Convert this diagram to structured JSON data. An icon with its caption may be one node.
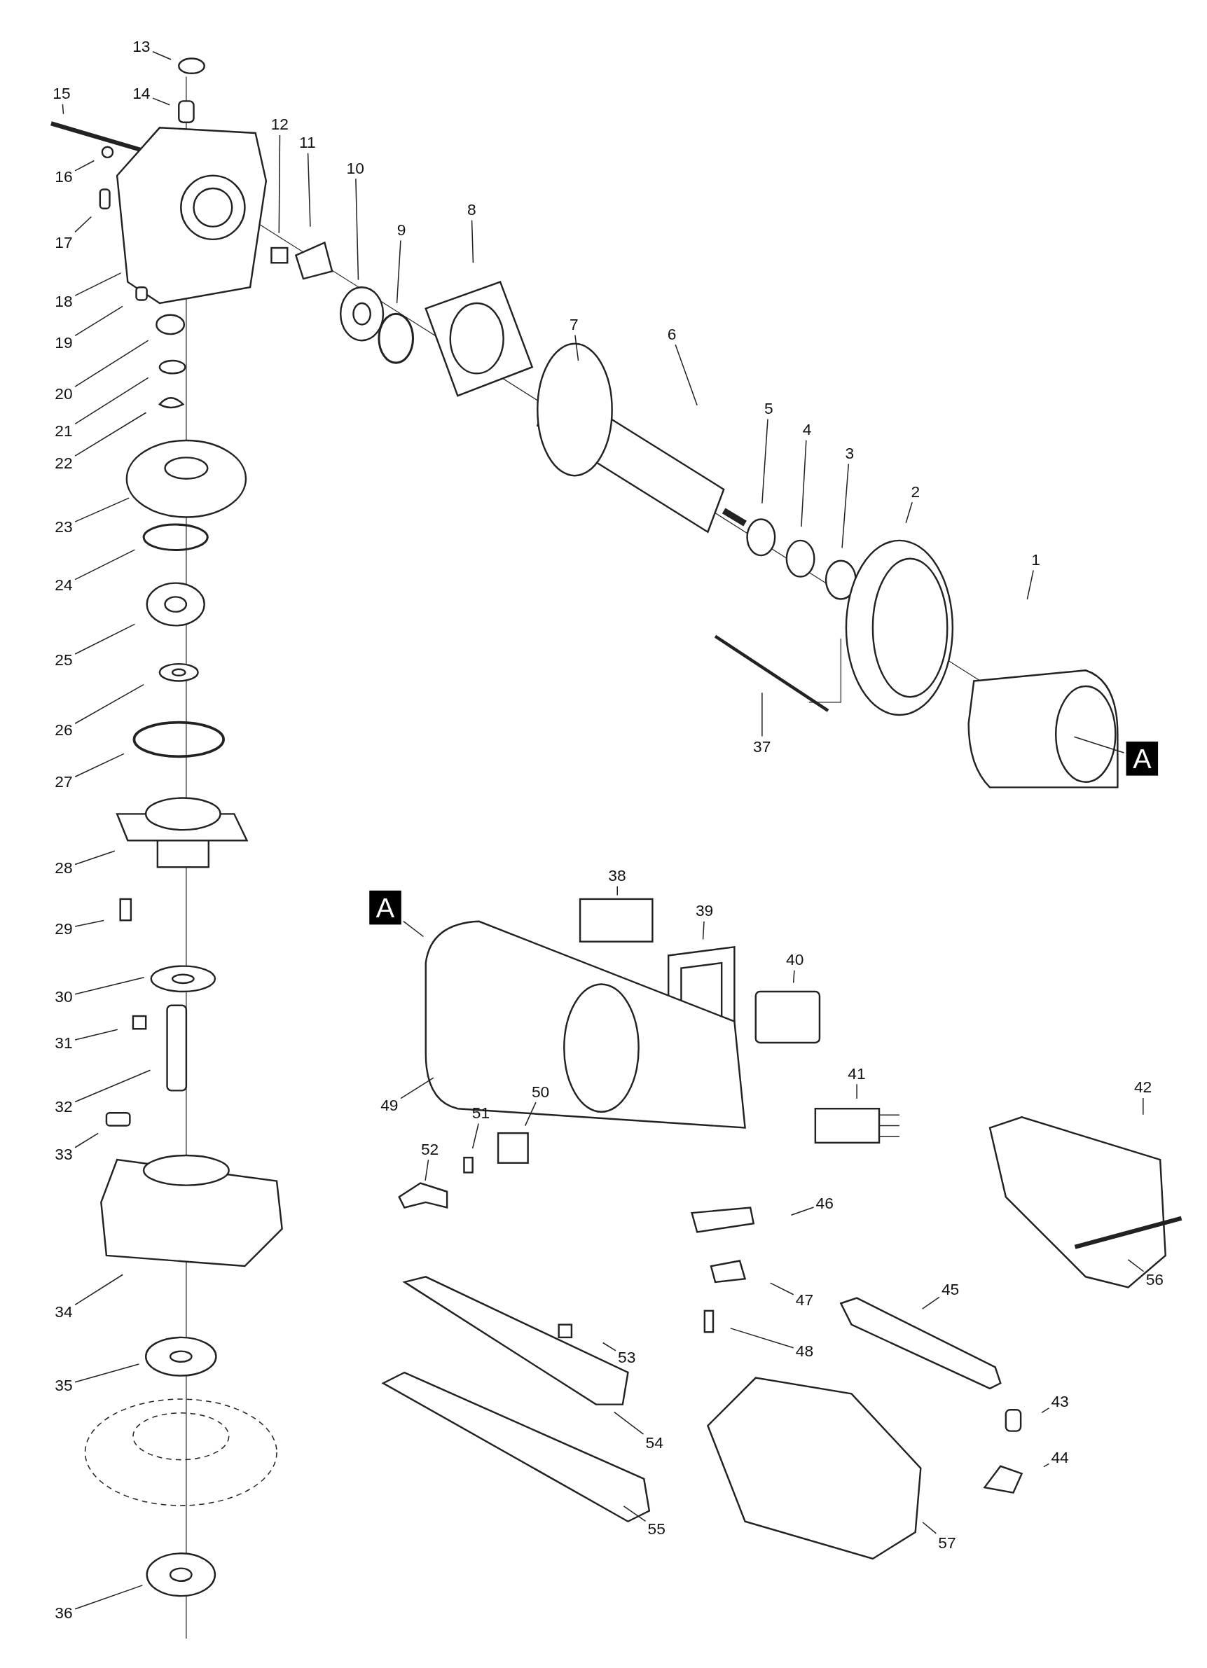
{
  "diagram": {
    "nodes": [
      {
        "text": [
          "1"
        ]
      },
      {
        "text": [
          "2"
        ]
      },
      {
        "text": [
          "3"
        ]
      },
      {
        "text": [
          "4"
        ]
      },
      {
        "text": [
          "5"
        ]
      },
      {
        "text": [
          "6"
        ]
      },
      {
        "text": [
          "7"
        ]
      },
      {
        "text": [
          "8"
        ]
      },
      {
        "text": [
          "9"
        ]
      },
      {
        "text": [
          "10"
        ]
      },
      {
        "text": [
          "11"
        ]
      },
      {
        "text": [
          "12"
        ]
      },
      {
        "text": [
          "13"
        ]
      },
      {
        "text": [
          "14"
        ]
      },
      {
        "text": [
          "15"
        ]
      },
      {
        "text": [
          "16"
        ]
      },
      {
        "text": [
          "17"
        ]
      },
      {
        "text": [
          "18"
        ]
      },
      {
        "text": [
          "19"
        ]
      },
      {
        "text": [
          "20"
        ]
      },
      {
        "text": [
          "21"
        ]
      },
      {
        "text": [
          "22"
        ]
      },
      {
        "text": [
          "23"
        ]
      },
      {
        "text": [
          "24"
        ]
      },
      {
        "text": [
          "25"
        ]
      },
      {
        "text": [
          "26"
        ]
      },
      {
        "text": [
          "27"
        ]
      },
      {
        "text": [
          "28"
        ]
      },
      {
        "text": [
          "29"
        ]
      },
      {
        "text": [
          "30"
        ]
      },
      {
        "text": [
          "31"
        ]
      },
      {
        "text": [
          "32"
        ]
      },
      {
        "text": [
          "33"
        ]
      },
      {
        "text": [
          "34"
        ]
      },
      {
        "text": [
          "35"
        ]
      },
      {
        "text": [
          "36"
        ]
      },
      {
        "text": [
          "37"
        ]
      },
      {
        "text": [
          "38"
        ]
      },
      {
        "text": [
          "39"
        ]
      },
      {
        "text": [
          "40"
        ]
      },
      {
        "text": [
          "41"
        ]
      },
      {
        "text": [
          "42"
        ]
      },
      {
        "text": [
          "43"
        ]
      },
      {
        "text": [
          "44"
        ]
      },
      {
        "text": [
          "45"
        ]
      },
      {
        "text": [
          "46"
        ]
      },
      {
        "text": [
          "47"
        ]
      },
      {
        "text": [
          "48"
        ]
      },
      {
        "text": [
          "49"
        ]
      },
      {
        "text": [
          "50"
        ]
      },
      {
        "text": [
          "51"
        ]
      },
      {
        "text": [
          "52"
        ]
      },
      {
        "text": [
          "53"
        ]
      },
      {
        "text": [
          "54"
        ]
      },
      {
        "text": [
          "55"
        ]
      },
      {
        "text": [
          "56"
        ]
      },
      {
        "text": [
          "57"
        ]
      },
      {
        "text": [
          "A"
        ]
      },
      {
        "text": [
          "A"
        ]
      }
    ],
    "edges": [
      {
        "from": 0,
        "to": null,
        "arrow": "none"
      },
      {
        "from": 1,
        "to": null,
        "arrow": "none"
      },
      {
        "from": 2,
        "to": null,
        "arrow": "none"
      },
      {
        "from": 3,
        "to": null,
        "arrow": "none"
      },
      {
        "from": 4,
        "to": null,
        "arrow": "none"
      },
      {
        "from": 5,
        "to": null,
        "arrow": "none"
      },
      {
        "from": 6,
        "to": null,
        "arrow": "none"
      },
      {
        "from": 7,
        "to": null,
        "arrow": "none"
      },
      {
        "from": 8,
        "to": null,
        "arrow": "none"
      },
      {
        "from": 9,
        "to": null,
        "arrow": "none"
      },
      {
        "from": 10,
        "to": null,
        "arrow": "none"
      },
      {
        "from": 11,
        "to": null,
        "arrow": "none"
      },
      {
        "from": 12,
        "to": null,
        "arrow": "none"
      },
      {
        "from": 13,
        "to": null,
        "arrow": "none"
      },
      {
        "from": 14,
        "to": null,
        "arrow": "none"
      },
      {
        "from": 15,
        "to": null,
        "arrow": "none"
      },
      {
        "from": 16,
        "to": null,
        "arrow": "none"
      },
      {
        "from": 17,
        "to": null,
        "arrow": "none"
      },
      {
        "from": 18,
        "to": null,
        "arrow": "none"
      },
      {
        "from": 19,
        "to": null,
        "arrow": "none"
      },
      {
        "from": 20,
        "to": null,
        "arrow": "none"
      },
      {
        "from": 21,
        "to": null,
        "arrow": "none"
      },
      {
        "from": 22,
        "to": null,
        "arrow": "none"
      },
      {
        "from": 23,
        "to": null,
        "arrow": "none"
      },
      {
        "from": 24,
        "to": null,
        "arrow": "none"
      },
      {
        "from": 25,
        "to": null,
        "arrow": "none"
      },
      {
        "from": 26,
        "to": null,
        "arrow": "none"
      },
      {
        "from": 27,
        "to": null,
        "arrow": "none"
      },
      {
        "from": 28,
        "to": null,
        "arrow": "none"
      },
      {
        "from": 29,
        "to": null,
        "arrow": "none"
      },
      {
        "from": 30,
        "to": null,
        "arrow": "none"
      },
      {
        "from": 31,
        "to": null,
        "arrow": "none"
      },
      {
        "from": 32,
        "to": null,
        "arrow": "none"
      },
      {
        "from": 33,
        "to": null,
        "arrow": "none"
      },
      {
        "from": 34,
        "to": null,
        "arrow": "none"
      },
      {
        "from": 35,
        "to": null,
        "arrow": "none"
      },
      {
        "from": 36,
        "to": null,
        "arrow": "none"
      },
      {
        "from": 37,
        "to": null,
        "arrow": "none"
      },
      {
        "from": 38,
        "to": null,
        "arrow": "none"
      },
      {
        "from": 39,
        "to": null,
        "arrow": "none"
      },
      {
        "from": 40,
        "to": null,
        "arrow": "none"
      },
      {
        "from": 41,
        "to": null,
        "arrow": "none"
      },
      {
        "from": 42,
        "to": null,
        "arrow": "none"
      },
      {
        "from": 43,
        "to": null,
        "arrow": "none"
      },
      {
        "from": 44,
        "to": null,
        "arrow": "none"
      },
      {
        "from": 45,
        "to": null,
        "arrow": "none"
      },
      {
        "from": 46,
        "to": null,
        "arrow": "none"
      },
      {
        "from": 47,
        "to": null,
        "arrow": "none"
      },
      {
        "from": 48,
        "to": null,
        "arrow": "none"
      },
      {
        "from": 49,
        "to": null,
        "arrow": "none"
      },
      {
        "from": 50,
        "to": null,
        "arrow": "none"
      },
      {
        "from": 51,
        "to": null,
        "arrow": "none"
      },
      {
        "from": 52,
        "to": null,
        "arrow": "none"
      },
      {
        "from": 53,
        "to": null,
        "arrow": "none"
      },
      {
        "from": 54,
        "to": null,
        "arrow": "none"
      },
      {
        "from": 55,
        "to": null,
        "arrow": "none"
      },
      {
        "from": 56,
        "to": null,
        "arrow": "none"
      },
      {
        "from": 57,
        "to": null,
        "arrow": "none"
      },
      {
        "from": 58,
        "to": null,
        "arrow": "none"
      }
    ]
  }
}
